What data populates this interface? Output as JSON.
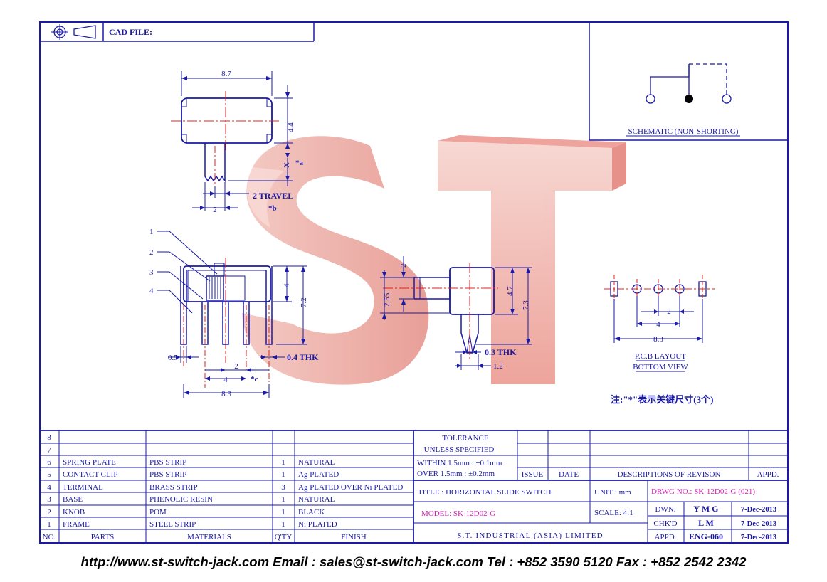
{
  "header": {
    "cad_file_label": "CAD FILE:"
  },
  "watermark": {
    "letters": "ST",
    "color": "#f2b4ad"
  },
  "colors": {
    "line": "#1a1aa6",
    "centerline": "#e02020",
    "highlight": "#d21fb4"
  },
  "top_view": {
    "width": "8.7",
    "height": "4.4",
    "a_note": "*a",
    "pitch": "2",
    "travel": "2 TRAVEL",
    "b_note": "*b"
  },
  "front_view": {
    "callouts": [
      "1",
      "2",
      "3",
      "4"
    ],
    "dim_4": "4",
    "dim_7_2": "7.2",
    "dim_0_5": "0.5",
    "dim_0_4": "0.4 THK",
    "dim_2": "2",
    "dim_4b": "4",
    "c_note": "*c",
    "dim_8_3": "8.3"
  },
  "side_view": {
    "dim_2": "2",
    "dim_2_55": "2.55",
    "dim_4_7": "4.7",
    "dim_7_3": "7.3",
    "dim_0_3": "0.3 THK",
    "dim_1_2": "1.2"
  },
  "schematic": {
    "label": "SCHEMATIC (NON-SHORTING)"
  },
  "pcb": {
    "dim_2": "2",
    "dim_4": "4",
    "dim_8_3": "8.3",
    "label1": "P.C.B LAYOUT",
    "label2": "BOTTOM VIEW"
  },
  "note": "注:\"*\"表示关键尺寸(3个)",
  "bom": {
    "headers": {
      "no": "NO.",
      "parts": "PARTS",
      "materials": "MATERIALS",
      "qty": "Q'TY",
      "finish": "FINISH"
    },
    "rows": [
      {
        "no": "8",
        "part": "",
        "material": "",
        "qty": "",
        "finish": ""
      },
      {
        "no": "7",
        "part": "",
        "material": "",
        "qty": "",
        "finish": ""
      },
      {
        "no": "6",
        "part": "SPRING PLATE",
        "material": "PBS STRIP",
        "qty": "1",
        "finish": "NATURAL"
      },
      {
        "no": "5",
        "part": "CONTACT CLIP",
        "material": "PBS STRIP",
        "qty": "1",
        "finish": "Ag PLATED"
      },
      {
        "no": "4",
        "part": "TERMINAL",
        "material": "BRASS STRIP",
        "qty": "3",
        "finish": "Ag PLATED OVER Ni PLATED"
      },
      {
        "no": "3",
        "part": "BASE",
        "material": "PHENOLIC RESIN",
        "qty": "1",
        "finish": "NATURAL"
      },
      {
        "no": "2",
        "part": "KNOB",
        "material": "POM",
        "qty": "1",
        "finish": "BLACK"
      },
      {
        "no": "1",
        "part": "FRAME",
        "material": "STEEL STRIP",
        "qty": "1",
        "finish": "Ni PLATED"
      }
    ]
  },
  "tolerance": {
    "l1": "TOLERANCE",
    "l2": "UNLESS   SPECIFIED",
    "l3": "WITHIN  1.5mm : ±0.1mm",
    "l4": "OVER    1.5mm : ±0.2mm"
  },
  "revision": {
    "issue": "ISSUE",
    "date": "DATE",
    "desc": "DESCRIPTIONS OF REVISON",
    "appd": "APPD."
  },
  "title_block": {
    "title": "TITLE : HORIZONTAL SLIDE SWITCH",
    "unit_label": "UNIT :   mm",
    "drwg_no": "DRWG NO.: SK-12D02-G (021)",
    "model": "MODEL: SK-12D02-G",
    "scale": "SCALE:   4:1",
    "company": "S.T. INDUSTRIAL (ASIA) LIMITED",
    "dwn_label": "DWN.",
    "dwn_name": "Y M G",
    "dwn_date": "7-Dec-2013",
    "chkd_label": "CHK'D",
    "chkd_name": "L M",
    "chkd_date": "7-Dec-2013",
    "appd_label": "APPD.",
    "appd_name": "ENG-060",
    "appd_date": "7-Dec-2013"
  },
  "footer": "http://www.st-switch-jack.com  Email : sales@st-switch-jack.com  Tel : +852 3590 5120  Fax : +852 2542 2342"
}
